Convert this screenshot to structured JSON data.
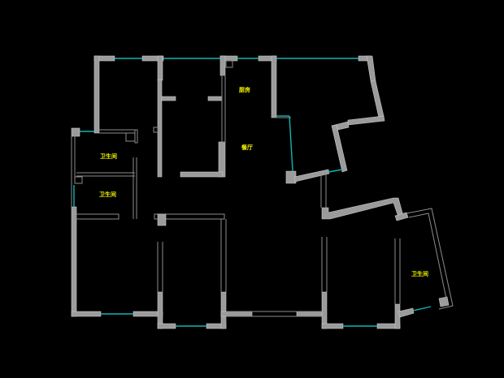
{
  "rooms": {
    "kitchen": "厨房",
    "dining": "餐厅",
    "bath1": "卫生间",
    "bath2": "卫生间",
    "bath3": "卫生间"
  },
  "colors": {
    "background": "#000000",
    "wall": "#9b9b9b",
    "window": "#14b4b4",
    "label": "#f2f200"
  }
}
